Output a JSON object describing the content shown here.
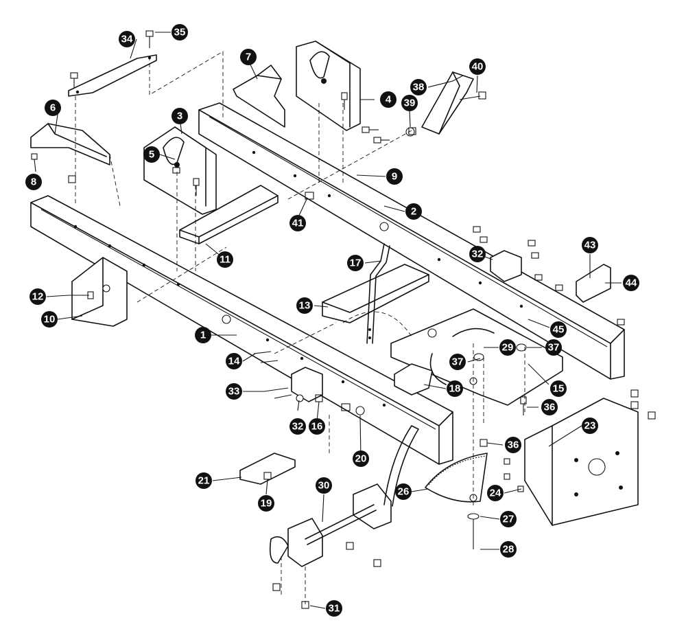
{
  "callouts": [
    {
      "id": "c1",
      "label": "1"
    },
    {
      "id": "c2",
      "label": "2"
    },
    {
      "id": "c3",
      "label": "3"
    },
    {
      "id": "c4",
      "label": "4"
    },
    {
      "id": "c5",
      "label": "5"
    },
    {
      "id": "c6",
      "label": "6"
    },
    {
      "id": "c7",
      "label": "7"
    },
    {
      "id": "c8",
      "label": "8"
    },
    {
      "id": "c9",
      "label": "9"
    },
    {
      "id": "c10",
      "label": "10"
    },
    {
      "id": "c11",
      "label": "11"
    },
    {
      "id": "c12",
      "label": "12"
    },
    {
      "id": "c13",
      "label": "13"
    },
    {
      "id": "c14",
      "label": "14"
    },
    {
      "id": "c15",
      "label": "15"
    },
    {
      "id": "c16",
      "label": "16"
    },
    {
      "id": "c17",
      "label": "17"
    },
    {
      "id": "c18",
      "label": "18"
    },
    {
      "id": "c19",
      "label": "19"
    },
    {
      "id": "c20",
      "label": "20"
    },
    {
      "id": "c21",
      "label": "21"
    },
    {
      "id": "c23",
      "label": "23"
    },
    {
      "id": "c24",
      "label": "24"
    },
    {
      "id": "c26",
      "label": "26"
    },
    {
      "id": "c27",
      "label": "27"
    },
    {
      "id": "c28",
      "label": "28"
    },
    {
      "id": "c29",
      "label": "29"
    },
    {
      "id": "c30",
      "label": "30"
    },
    {
      "id": "c31",
      "label": "31"
    },
    {
      "id": "c32a",
      "label": "32"
    },
    {
      "id": "c32b",
      "label": "32"
    },
    {
      "id": "c33",
      "label": "33"
    },
    {
      "id": "c34",
      "label": "34"
    },
    {
      "id": "c35",
      "label": "35"
    },
    {
      "id": "c36a",
      "label": "36"
    },
    {
      "id": "c36b",
      "label": "36"
    },
    {
      "id": "c37a",
      "label": "37"
    },
    {
      "id": "c37b",
      "label": "37"
    },
    {
      "id": "c38",
      "label": "38"
    },
    {
      "id": "c39",
      "label": "39"
    },
    {
      "id": "c40",
      "label": "40"
    },
    {
      "id": "c41",
      "label": "41"
    },
    {
      "id": "c43",
      "label": "43"
    },
    {
      "id": "c44",
      "label": "44"
    },
    {
      "id": "c45",
      "label": "45"
    }
  ]
}
